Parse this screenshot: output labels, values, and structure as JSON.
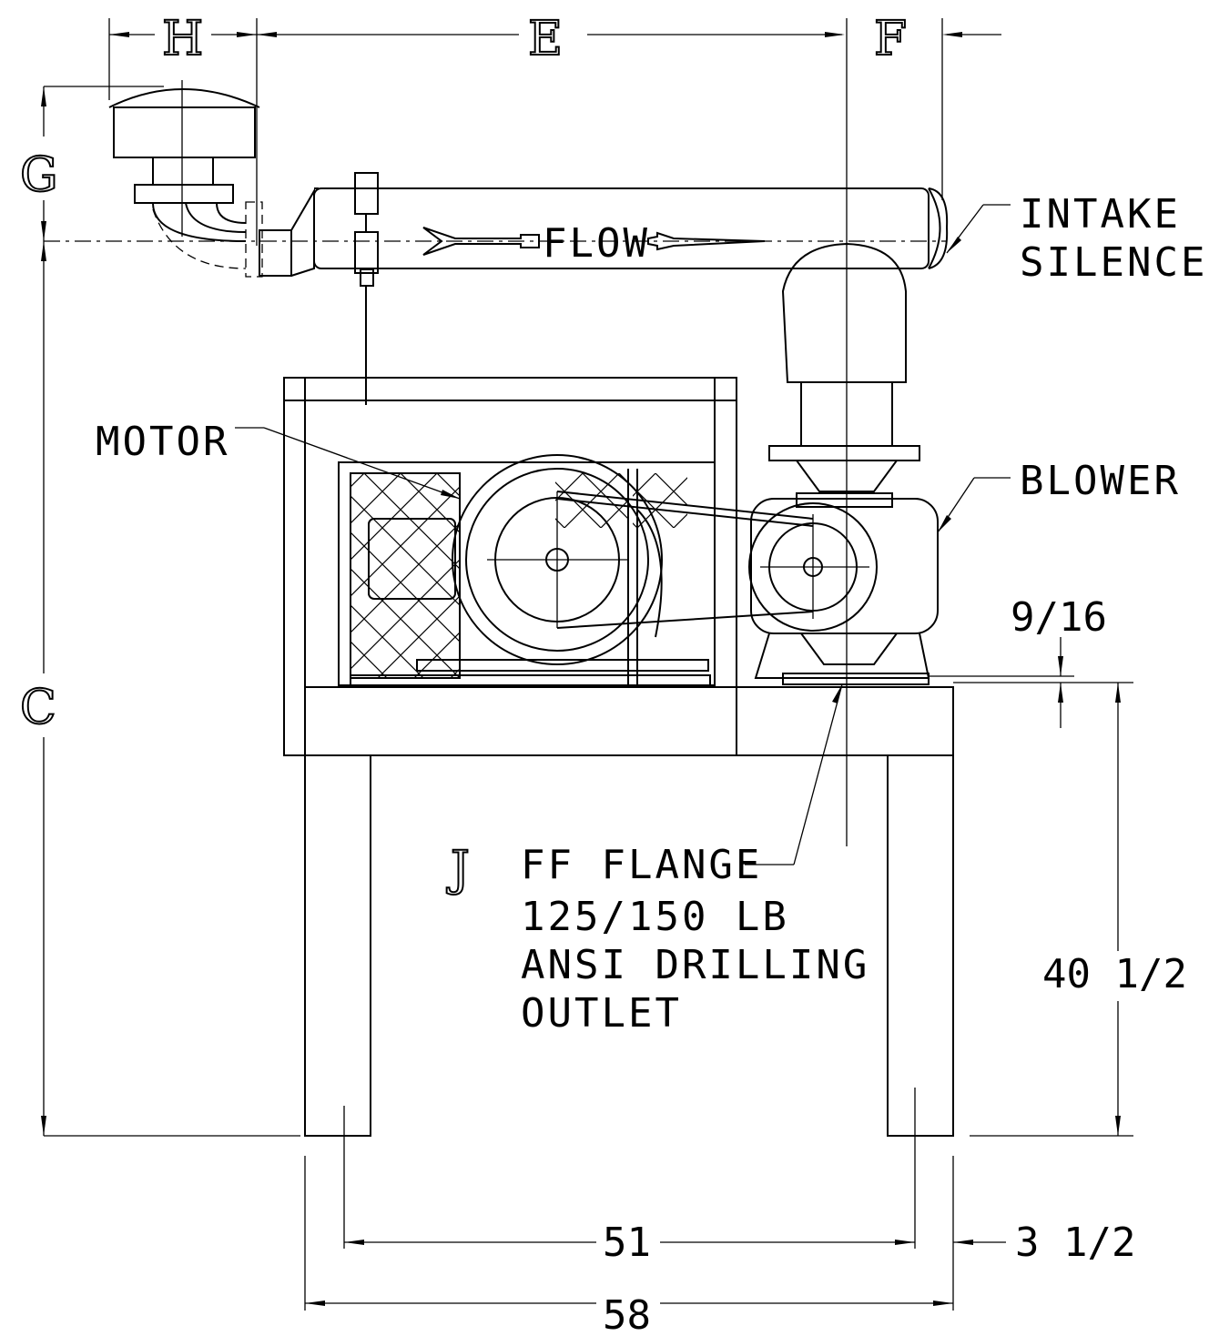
{
  "letters": {
    "H": "H",
    "E": "E",
    "F": "F",
    "G": "G",
    "C": "C",
    "J": "J"
  },
  "labels": {
    "intake_silencer_line1": "INTAKE",
    "intake_silencer_line2": "SILENCER",
    "flow": "FLOW",
    "motor": "MOTOR",
    "blower": "BLOWER",
    "flange_line1": "FF FLANGE",
    "flange_line2": "125/150 LB",
    "flange_line3": "ANSI DRILLING",
    "flange_line4": "OUTLET"
  },
  "dimensions": {
    "gap": "9/16",
    "height": "40 1/2",
    "leg_spacing": "51",
    "overall_width": "58",
    "leg_offset": "3 1/2"
  }
}
